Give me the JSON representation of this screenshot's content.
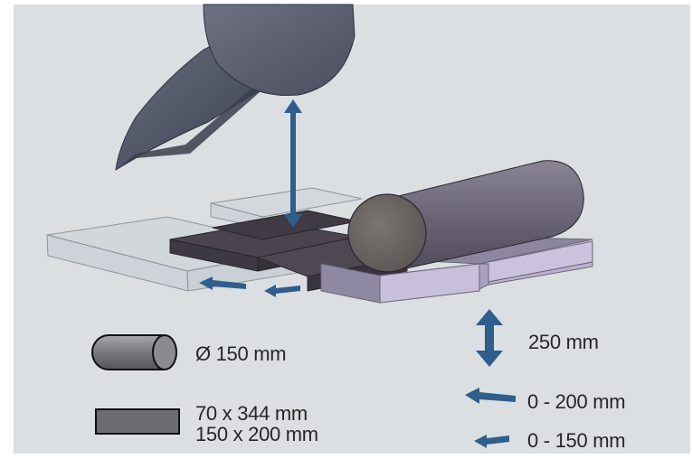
{
  "legend": {
    "cylinder_label": "Ø 150 mm",
    "block_label_line1": "70 x 344 mm",
    "block_label_line2": "150 x 200 mm"
  },
  "movement": {
    "vertical_label": "250 mm",
    "horizontal_1_label": "0 - 200 mm",
    "horizontal_2_label": "0 - 150 mm"
  },
  "colors": {
    "background": "#dcdfe2",
    "arrow": "#2f5d8c",
    "cylinder": "#5f5a68",
    "block_dark": "#4a434d",
    "block_light": "#c7bfd8",
    "text": "#262626"
  },
  "icons": [
    "cylinder-icon",
    "block-icon",
    "vertical-arrow-icon",
    "horizontal-arrow-icon"
  ]
}
